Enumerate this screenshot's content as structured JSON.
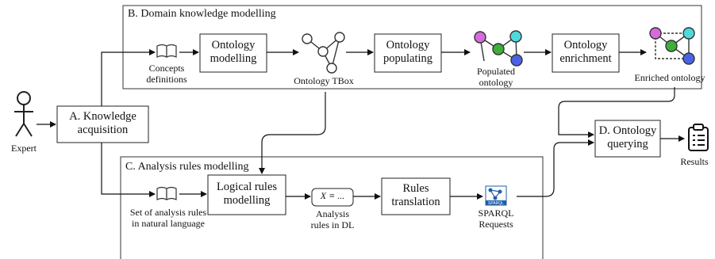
{
  "sections": {
    "b": "B. Domain knowledge modelling",
    "c": "C. Analysis rules modelling"
  },
  "boxes": {
    "knowledge_acquisition": "A. Knowledge acquisition",
    "ontology_modelling": "Ontology modelling",
    "ontology_populating": "Ontology populating",
    "ontology_enrichment": "Ontology enrichment",
    "logical_rules_modelling": "Logical rules modelling",
    "rules_translation": "Rules translation",
    "ontology_querying": "D. Ontology querying"
  },
  "labels": {
    "expert": "Expert",
    "concepts_definitions": "Concepts definitions",
    "ontology_tbox": "Ontology TBox",
    "populated_ontology": "Populated ontology",
    "enriched_ontology": "Enriched ontology",
    "analysis_rules_natural": "Set of analysis rules in natural language",
    "analysis_rules_dl": "Analysis rules in DL",
    "dl_formula": "X ≡ ...",
    "sparql_requests": "SPARQL Requests",
    "sparql_logo_text": "SPARQL",
    "results": "Results"
  },
  "colors": {
    "node_purple": "#d56bdc",
    "node_cyan": "#4ed9dc",
    "node_green": "#3fae3a",
    "node_blue": "#4a63e6",
    "sparql_blue": "#1f5fa8"
  },
  "icons": [
    "person-icon",
    "book-icon",
    "graph-icon",
    "clipboard-icon",
    "sparql-logo-icon"
  ]
}
